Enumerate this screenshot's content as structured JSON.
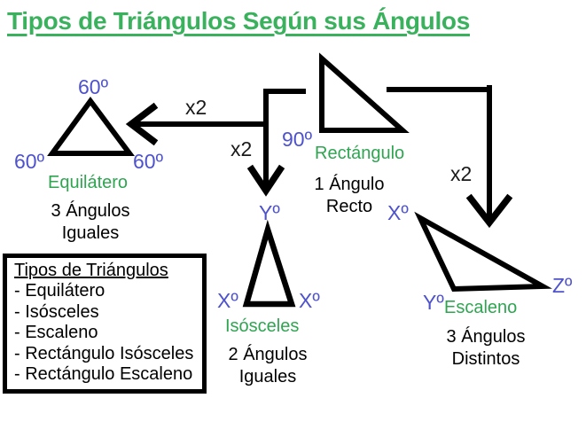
{
  "title": "Tipos de Triángulos Según sus Ángulos",
  "multipliers": {
    "left": "x2",
    "middle": "x2",
    "right": "x2"
  },
  "equilateral": {
    "angle_top": "60º",
    "angle_left": "60º",
    "angle_right": "60º",
    "name": "Equilátero",
    "desc1": "3 Ángulos",
    "desc2": "Iguales"
  },
  "rectangle": {
    "angle": "90º",
    "name": "Rectángulo",
    "desc1": "1 Ángulo",
    "desc2": "Recto"
  },
  "isosceles": {
    "angle_top": "Yº",
    "angle_left": "Xº",
    "angle_right": "Xº",
    "name": "Isósceles",
    "desc1": "2 Ángulos",
    "desc2": "Iguales"
  },
  "scalene": {
    "angle_top": "Xº",
    "angle_bottom": "Yº",
    "angle_right": "Zº",
    "name": "Escaleno",
    "desc1": "3 Ángulos",
    "desc2": "Distintos"
  },
  "legend": {
    "title": "Tipos de Triángulos",
    "items": [
      "- Equilátero",
      "- Isósceles",
      "- Escaleno",
      "- Rectángulo Isósceles",
      "- Rectángulo Escaleno"
    ]
  },
  "colors": {
    "title_green": "#3ab15c",
    "label_green": "#2fa552",
    "angle_blue": "#4e52cc",
    "ink": "#000000"
  }
}
